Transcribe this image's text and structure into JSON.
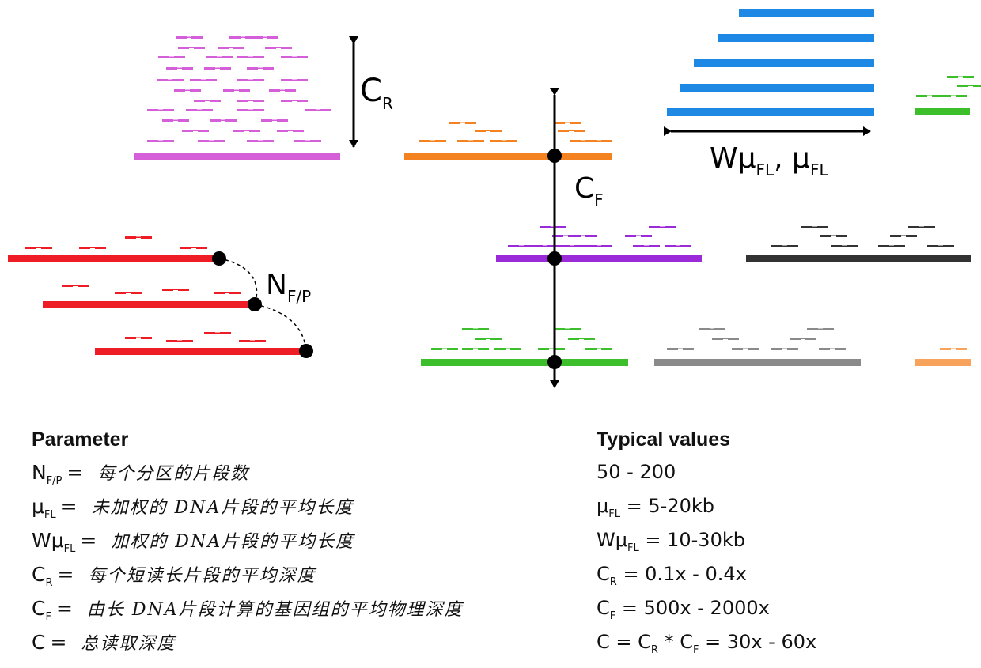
{
  "labels": {
    "cr": {
      "main": "C",
      "sub": "R"
    },
    "cf": {
      "main": "C",
      "sub": "F"
    },
    "nfp": {
      "main": "N",
      "sub": "F/P"
    },
    "wmu": {
      "main1": "Wμ",
      "sub1": "FL",
      "sep": ", μ",
      "sub2": "FL"
    }
  },
  "colors": {
    "magenta": "#d45fd8",
    "orange": "#f58220",
    "blue": "#1e88e5",
    "green": "#3cbf2b",
    "purple": "#9b2bd8",
    "dark": "#333333",
    "gray": "#8a8a8a",
    "light_orange": "#f7a35c",
    "red": "#ee1c24",
    "black": "#000000"
  },
  "table": {
    "param_header": "Parameter",
    "values_header": "Typical values",
    "rows": [
      {
        "sym": "N",
        "sub": "F/P",
        "eq": "=",
        "desc": "每个分区的片段数",
        "val_pre": "",
        "val_sub": "",
        "val_text": "50 - 200"
      },
      {
        "sym": "μ",
        "sub": "FL",
        "eq": "=",
        "desc": "未加权的 DNA片段的平均长度",
        "val_pre": "μ",
        "val_sub": "FL",
        "val_text": " = 5-20kb"
      },
      {
        "sym": "Wμ",
        "sub": "FL",
        "eq": "=",
        "desc": "加权的 DNA片段的平均长度",
        "val_pre": "Wμ",
        "val_sub": "FL",
        "val_text": " = 10-30kb"
      },
      {
        "sym": "C",
        "sub": "R",
        "eq": "=",
        "desc": "每个短读长片段的平均深度",
        "val_pre": "C",
        "val_sub": "R",
        "val_text": " = 0.1x - 0.4x"
      },
      {
        "sym": "C",
        "sub": "F",
        "eq": "=",
        "desc": "由长 DNA片段计算的基因组的平均物理深度",
        "val_pre": "C",
        "val_sub": "F",
        "val_text": " = 500x - 2000x"
      },
      {
        "sym": "C",
        "sub": "",
        "eq": "=",
        "desc": "总读取深度",
        "val_pre": "C = C",
        "val_sub": "R",
        "val_text": "",
        "val_mid": " * C",
        "val_sub2": "F",
        "val_end": " = 30x - 60x"
      }
    ]
  }
}
